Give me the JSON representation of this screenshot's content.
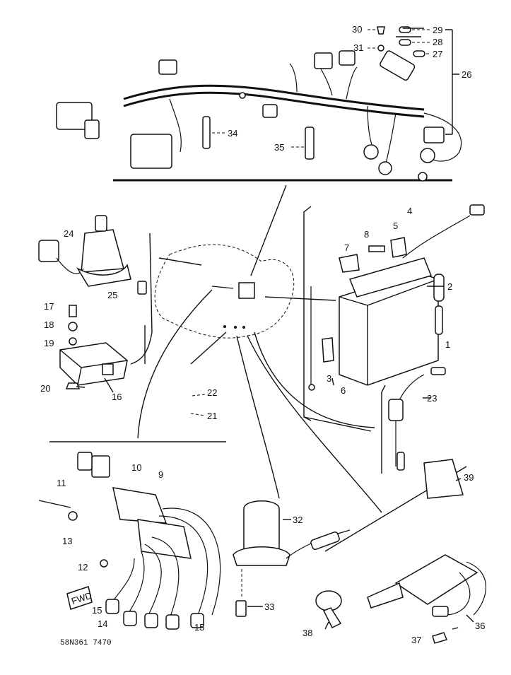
{
  "parts": {
    "p1": "1",
    "p2": "2",
    "p3": "3",
    "p4": "4",
    "p5": "5",
    "p6": "6",
    "p7": "7",
    "p8": "8",
    "p9": "9",
    "p10": "10",
    "p11": "11",
    "p12": "12",
    "p13": "13",
    "p14": "14",
    "p15a": "15",
    "p15b": "15",
    "p16": "16",
    "p17": "17",
    "p18": "18",
    "p19": "19",
    "p20": "20",
    "p21": "21",
    "p22": "22",
    "p23": "23",
    "p24": "24",
    "p25": "25",
    "p26": "26",
    "p27": "27",
    "p28": "28",
    "p29": "29",
    "p30": "30",
    "p31": "31",
    "p32": "32",
    "p33": "33",
    "p34": "34",
    "p35": "35",
    "p36": "36",
    "p37": "37",
    "p38": "38",
    "p39": "39"
  },
  "fwd_label": "FWD",
  "drawing_code": "58N361 7470"
}
